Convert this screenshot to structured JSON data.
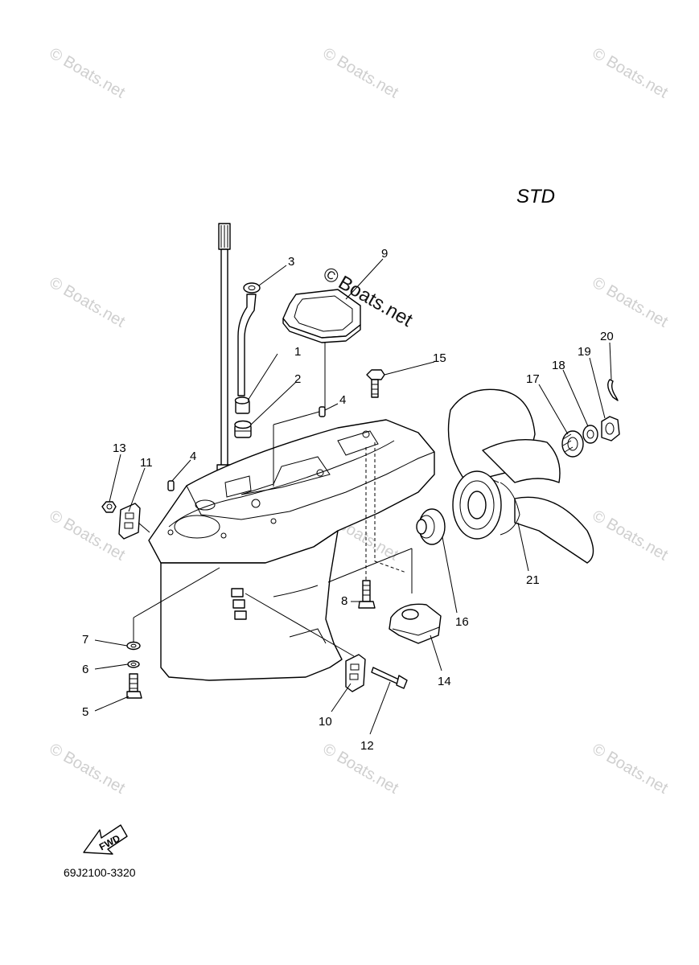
{
  "diagram": {
    "variant_label": "STD",
    "part_code": "69J2100-3320",
    "fwd_label": "FWD",
    "watermark_text": "Boats.net",
    "watermark_symbol": "©",
    "callouts": {
      "c1": "1",
      "c2": "2",
      "c3": "3",
      "c4a": "4",
      "c4b": "4",
      "c5": "5",
      "c6": "6",
      "c7": "7",
      "c8": "8",
      "c9": "9",
      "c10": "10",
      "c11": "11",
      "c12": "12",
      "c13": "13",
      "c14": "14",
      "c15": "15",
      "c16": "16",
      "c17": "17",
      "c18": "18",
      "c19": "19",
      "c20": "20",
      "c21": "21"
    }
  }
}
